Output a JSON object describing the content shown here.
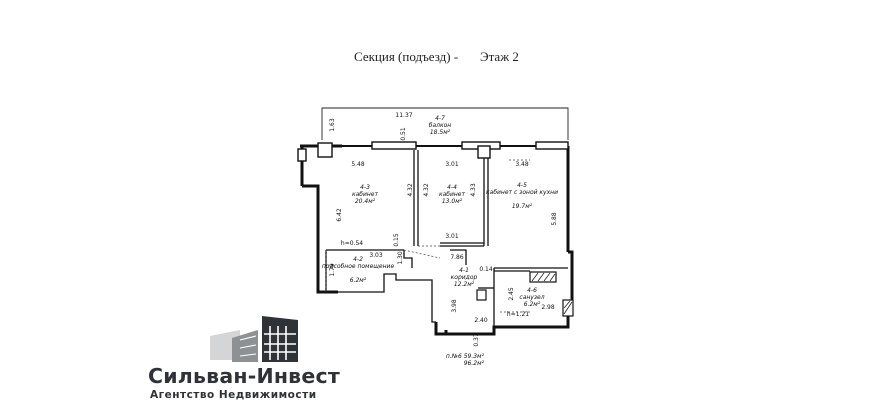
{
  "header": {
    "section": "Секция (подъезд) -",
    "floor": "Этаж 2"
  },
  "rooms": [
    {
      "id": "4-7",
      "name": "балкон",
      "area": "18.5м²"
    },
    {
      "id": "4-3",
      "name": "кабинет",
      "area": "20.4м²"
    },
    {
      "id": "4-4",
      "name": "кабинет",
      "area": "13.0м²"
    },
    {
      "id": "4-5",
      "name": "кабинет с зоной кухни",
      "area": "19.7м²"
    },
    {
      "id": "4-2",
      "name": "подсобное помещение",
      "area": "6.2м²"
    },
    {
      "id": "4-1",
      "name": "коридор",
      "area": "12.2м²"
    },
    {
      "id": "4-6",
      "name": "санузел",
      "area": "6.2м²"
    }
  ],
  "dimensions": [
    "11.37",
    "1.63",
    "5.48",
    "0.51",
    "3.01",
    "3.48",
    "4.32",
    "4.32",
    "4.33",
    "6.42",
    "5.88",
    "3.01",
    "h=0.54",
    "0.15",
    "1.30",
    "1.79",
    "3.03",
    "7.86",
    "0.14",
    "2.45",
    "2.98",
    "h=1.21",
    "3.98",
    "2.40",
    "0.37"
  ],
  "totals": {
    "living": "п.№6 59.3м²",
    "total": "96.2м²"
  },
  "logo": {
    "name": "Сильван-Инвест",
    "subtitle": "Агентство Недвижимости"
  }
}
